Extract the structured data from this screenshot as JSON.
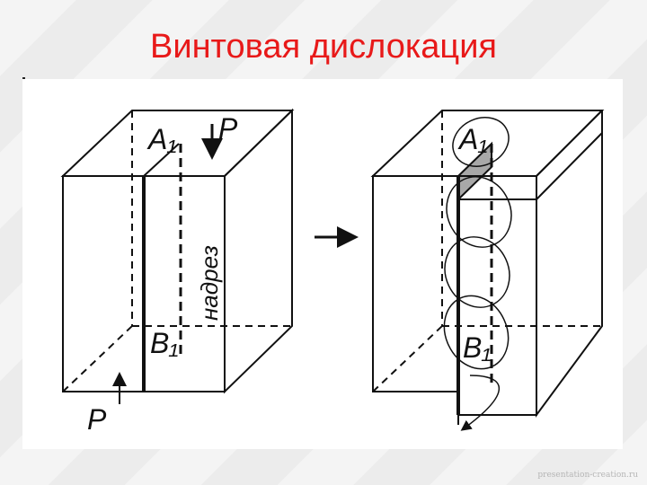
{
  "slide": {
    "title": "Винтовая дислокация",
    "watermark": "presentation-creation.ru"
  },
  "diagram": {
    "left_labels": {
      "a1": "A₁",
      "p_top": "P",
      "notch": "надрез",
      "b1": "B₁",
      "p_bottom": "P"
    },
    "right_labels": {
      "a1": "A₁",
      "b1": "B₁"
    }
  },
  "colors": {
    "title": "#e81919",
    "ink": "#111111",
    "shaded_face": "#a8a8a8"
  }
}
